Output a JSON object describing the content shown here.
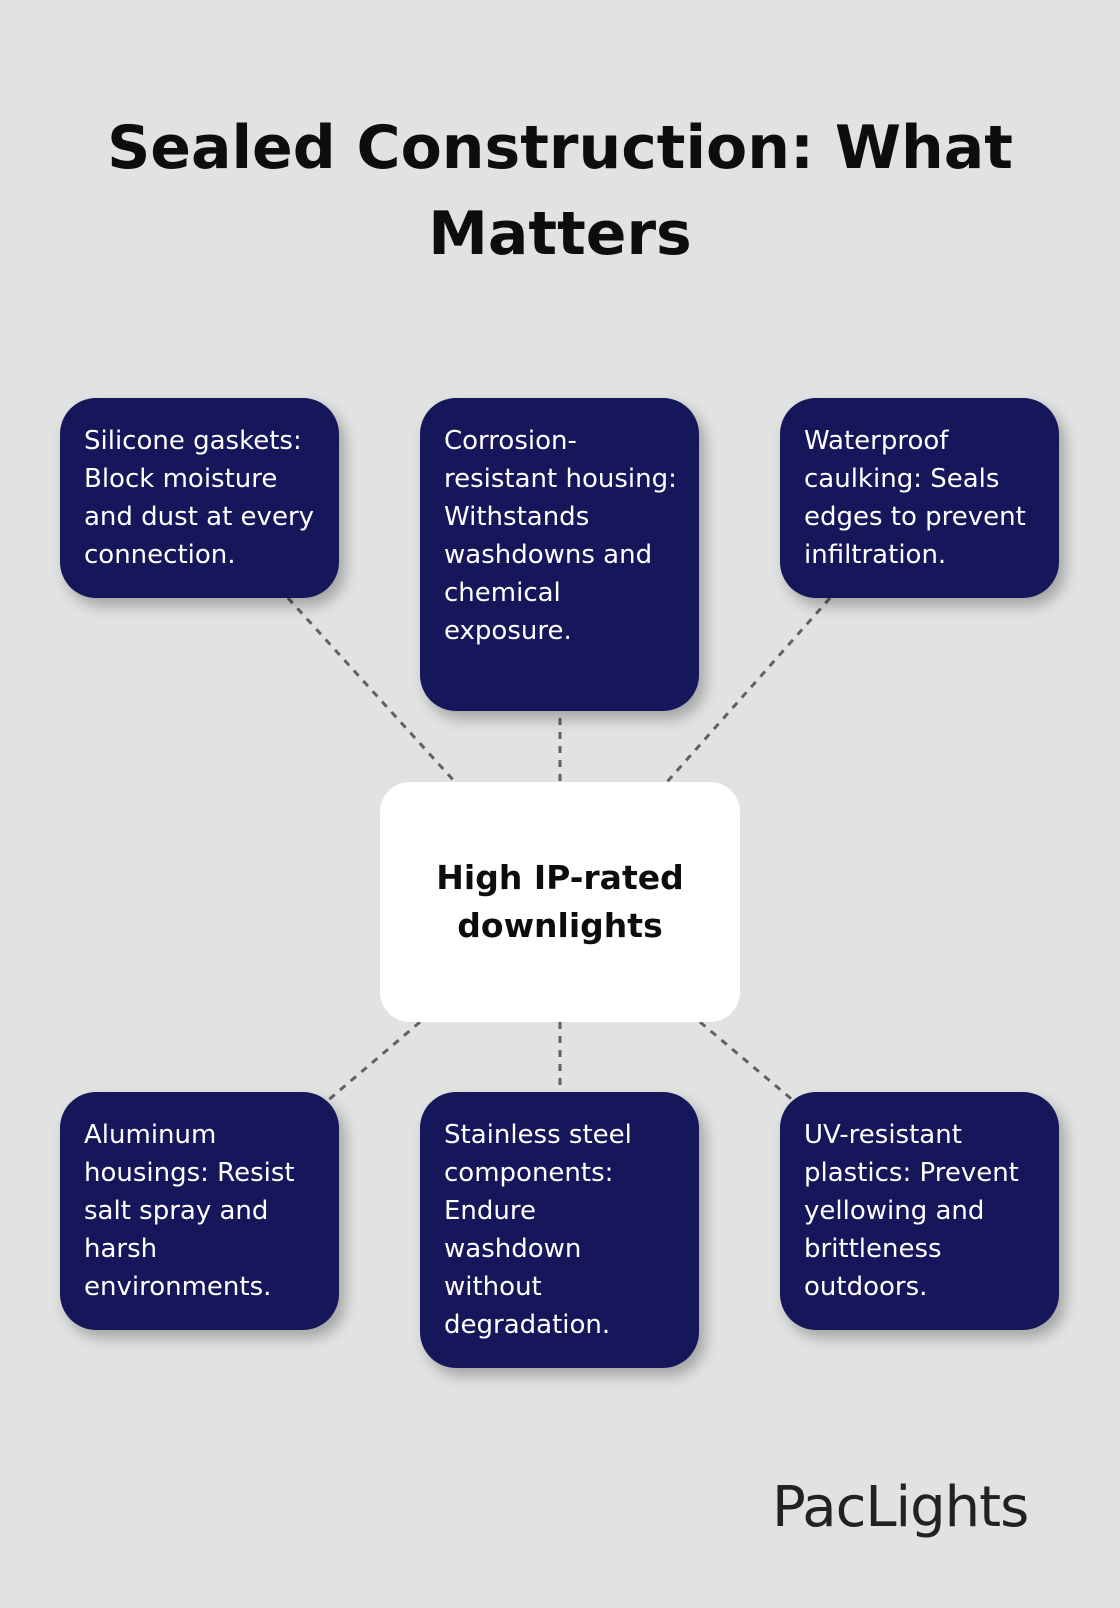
{
  "title": "Sealed Construction: What Matters",
  "center": {
    "label": "High IP-rated downlights"
  },
  "nodes": [
    {
      "text": "Silicone gaskets: Block moisture and dust at every connection."
    },
    {
      "text": "Corrosion-resistant housing: Withstands washdowns and chemical exposure."
    },
    {
      "text": "Waterproof caulking: Seals edges to prevent infiltration."
    },
    {
      "text": "Aluminum housings: Resist salt spray and harsh environments."
    },
    {
      "text": "Stainless steel components: Endure washdown without degradation."
    },
    {
      "text": "UV-resistant plastics: Prevent yellowing and brittleness outdoors."
    }
  ],
  "colors": {
    "background": "#e1e3e3",
    "node_fill": "#16165a",
    "center_fill": "#ffffff",
    "connector": "#5f6163"
  },
  "logo": {
    "text": "PacLights"
  }
}
